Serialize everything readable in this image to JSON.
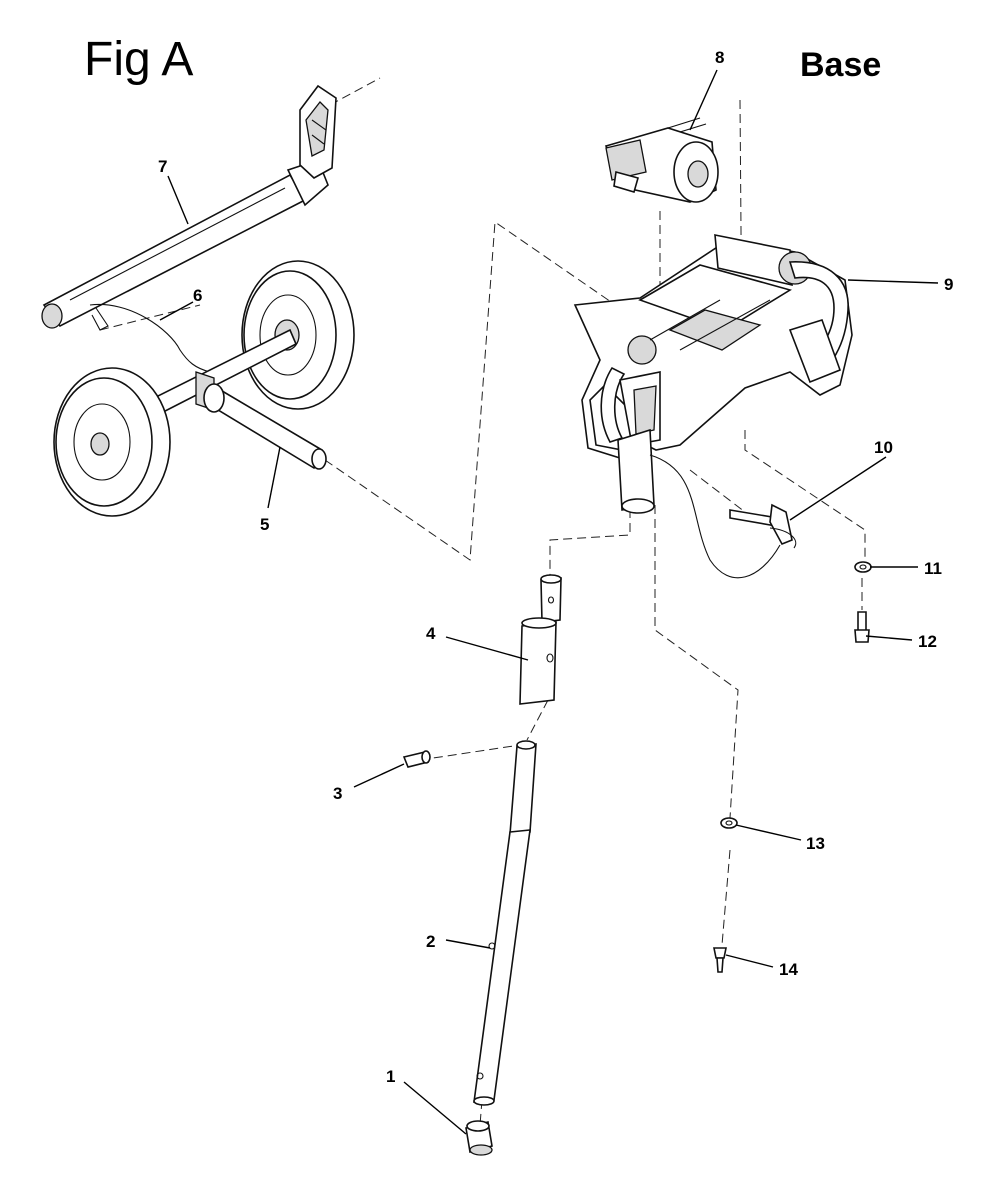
{
  "figure": {
    "title": "Fig A",
    "section": "Base"
  },
  "callouts": [
    "1",
    "2",
    "3",
    "4",
    "5",
    "6",
    "7",
    "8",
    "9",
    "10",
    "11",
    "12",
    "13",
    "14"
  ]
}
